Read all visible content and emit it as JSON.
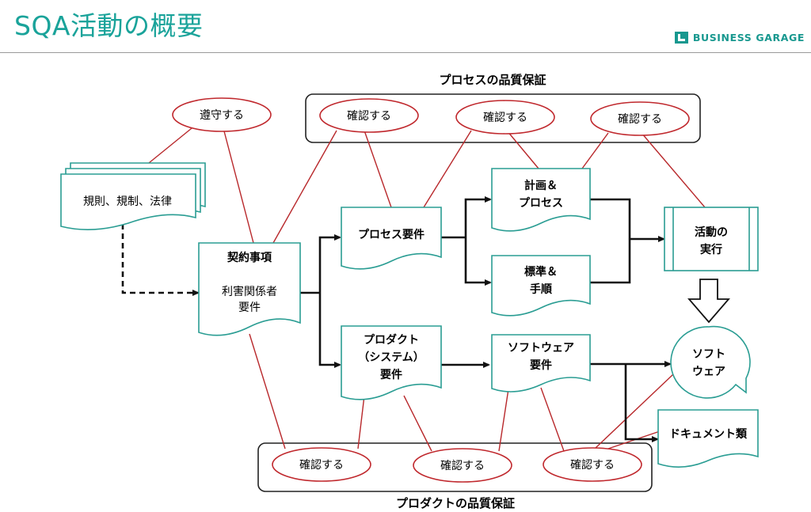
{
  "header": {
    "title": "SQA活動の概要",
    "brand": "BUSINESS GARAGE"
  },
  "groups": {
    "process_qa": "プロセスの品質保証",
    "product_qa": "プロダクトの品質保証"
  },
  "ovals": {
    "comply": "遵守する",
    "confirm": "確認する"
  },
  "nodes": {
    "rules": "規則、規制、法律",
    "contract": {
      "title": "契約事項",
      "line1": "利害関係者",
      "line2": "要件"
    },
    "process_req": "プロセス要件",
    "product_req": {
      "line1": "プロダクト",
      "line2": "（システム）",
      "line3": "要件"
    },
    "plan": {
      "line1": "計画＆",
      "line2": "プロセス"
    },
    "standard": {
      "line1": "標準＆",
      "line2": "手順"
    },
    "software_req": {
      "line1": "ソフトウェア",
      "line2": "要件"
    },
    "execution": {
      "line1": "活動の",
      "line2": "実行"
    },
    "software": {
      "line1": "ソフト",
      "line2": "ウェア"
    },
    "documents": "ドキュメント類"
  },
  "colors": {
    "accent": "#1aa39a",
    "node_border": "#2a9d93",
    "oval_border": "#c0282d",
    "connector": "#b8282b"
  }
}
